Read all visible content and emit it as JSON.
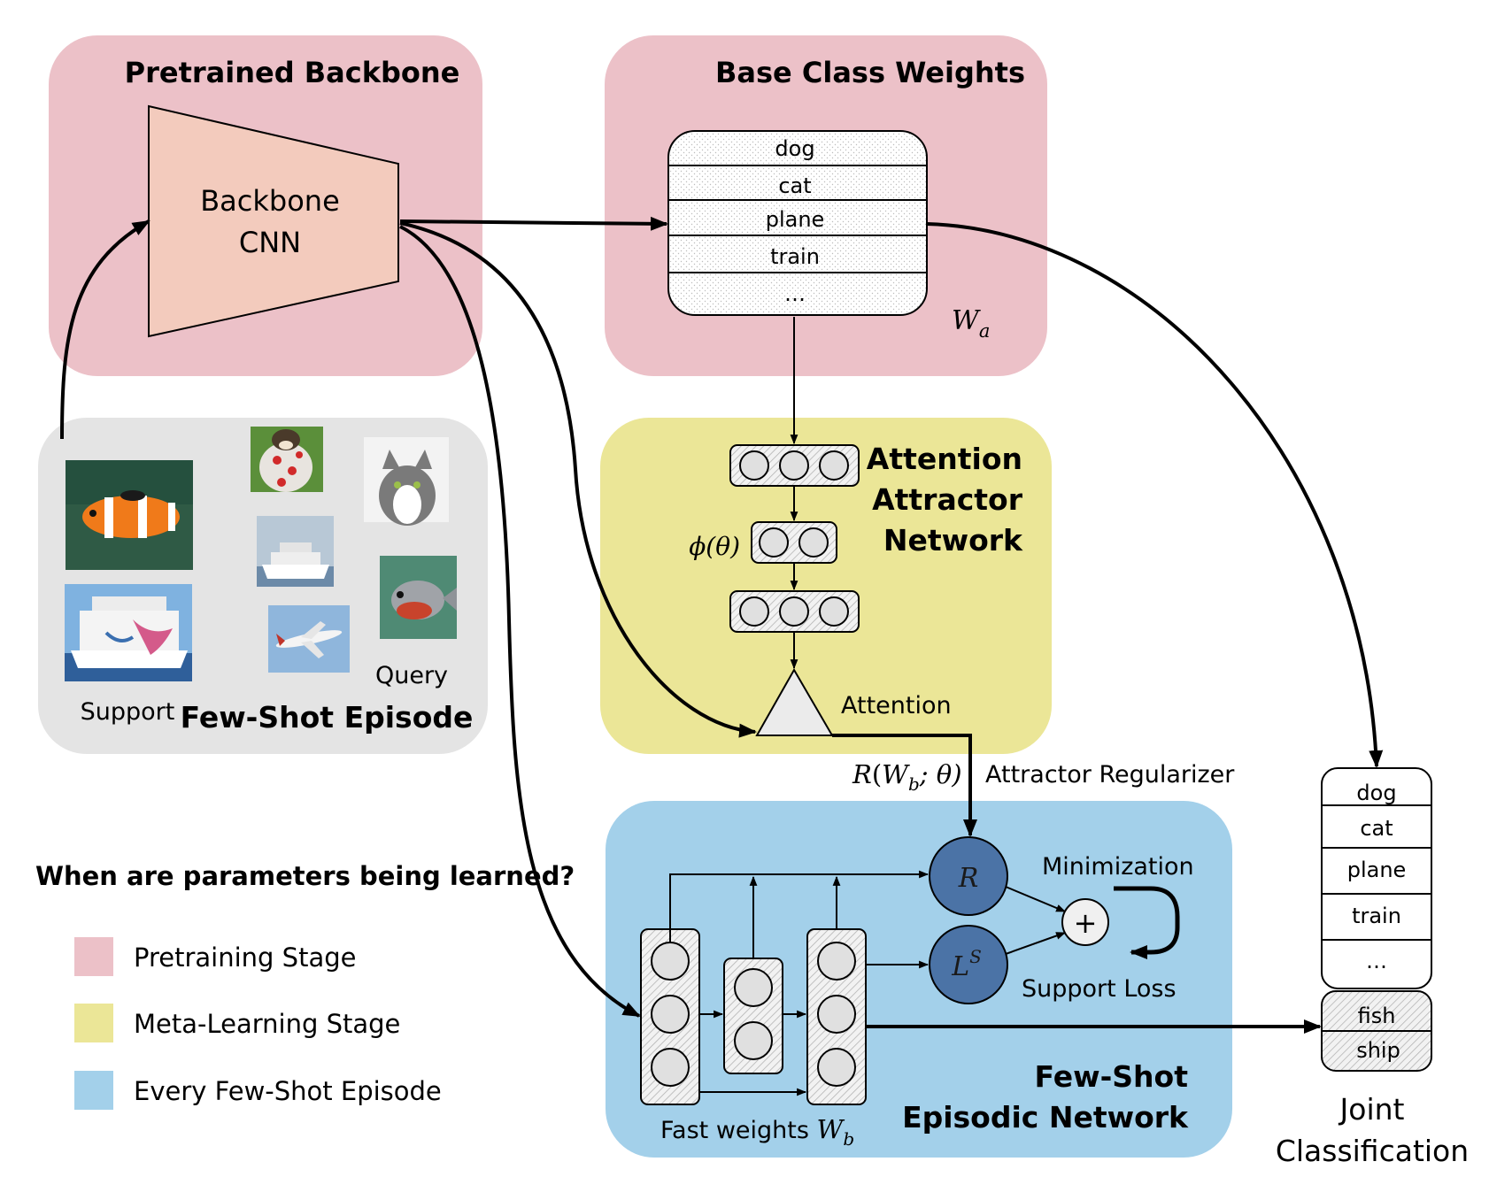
{
  "colors": {
    "pretraining": "#ecc1c8",
    "meta_learning": "#ebe697",
    "episode": "#a3d0ea",
    "few_shot_panel": "#e4e4e4",
    "backbone_trapezoid": "#f3cbbd",
    "node_dark": "#4b73a6"
  },
  "panels": {
    "pretrained_backbone": "Pretrained Backbone",
    "base_class_weights": "Base Class Weights",
    "attention_attractor_line1": "Attention",
    "attention_attractor_line2": "Attractor",
    "attention_attractor_line3": "Network",
    "few_shot_episode": "Few-Shot Episode",
    "episodic_network_line1": "Few-Shot",
    "episodic_network_line2": "Episodic Network"
  },
  "backbone": {
    "line1": "Backbone",
    "line2": "CNN"
  },
  "base_weights": {
    "rows": [
      "dog",
      "cat",
      "plane",
      "train",
      "…"
    ],
    "symbol_main": "W",
    "symbol_sub": "a"
  },
  "attractor": {
    "phi_label": "ϕ(θ)",
    "attention_label": "Attention",
    "regularizer_formula_main": "R",
    "regularizer_formula_open": "(",
    "regularizer_formula_w": "W",
    "regularizer_formula_sub": "b",
    "regularizer_formula_rest": "; θ)",
    "regularizer_label": "Attractor Regularizer"
  },
  "episodic": {
    "node_r": "R",
    "node_l": "L",
    "node_l_sup": "S",
    "plus": "+",
    "minimization": "Minimization",
    "support_loss": "Support Loss",
    "fast_weights": "Fast weights",
    "fast_weights_symbol": "W",
    "fast_weights_sub": "b"
  },
  "episode": {
    "support_label": "Support",
    "query_label": "Query",
    "images": [
      "clownfish",
      "puppy-in-cup",
      "cat",
      "cruise-ship",
      "piranha",
      "large-ship",
      "airplane"
    ]
  },
  "joint": {
    "rows": [
      "dog",
      "cat",
      "plane",
      "train",
      "…"
    ],
    "novel_rows": [
      "fish",
      "ship"
    ],
    "title_line1": "Joint",
    "title_line2": "Classification"
  },
  "legend": {
    "question": "When are parameters being learned?",
    "items": [
      {
        "label": "Pretraining Stage",
        "color": "#ecc1c8"
      },
      {
        "label": "Meta-Learning Stage",
        "color": "#ebe697"
      },
      {
        "label": "Every Few-Shot Episode",
        "color": "#a3d0ea"
      }
    ]
  }
}
